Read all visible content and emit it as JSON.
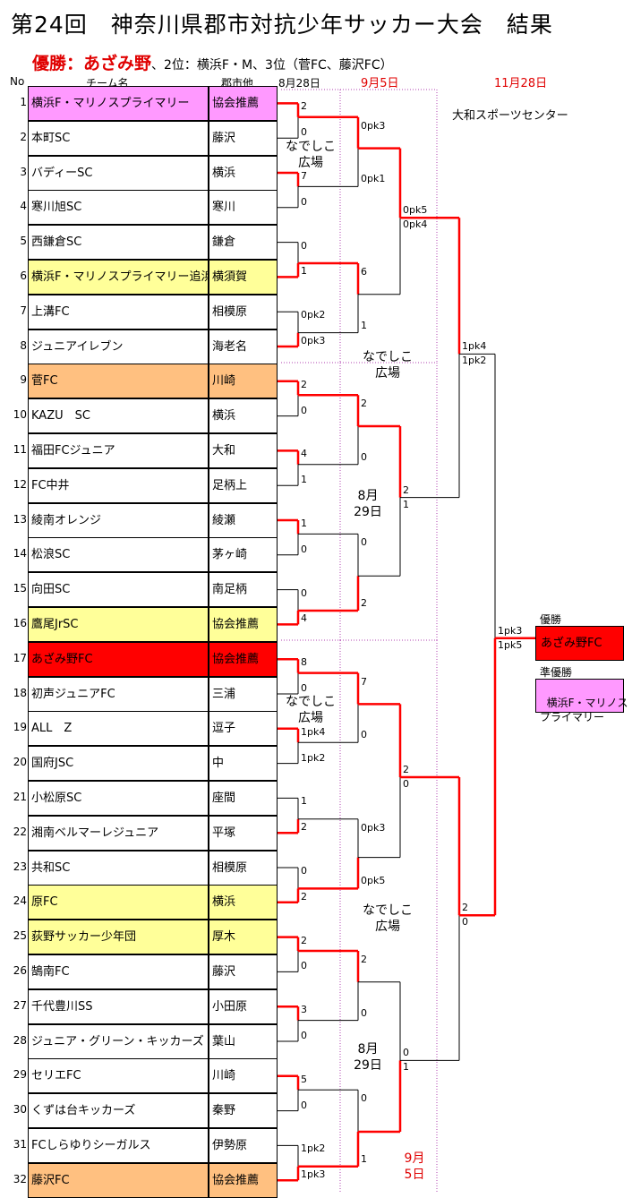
{
  "title": "第24回　神奈川県郡市対抗少年サッカー大会　結果",
  "result": {
    "winner_label": "優勝：あざみ野",
    "rest": "、2位：横浜F・M、3位（菅FC、藤沢FC）"
  },
  "headers": {
    "no": "No",
    "team": "チーム名",
    "city": "郡市他",
    "r1_date": "8月28日",
    "r3_date": "9月5日",
    "final_date": "11月28日"
  },
  "colors": {
    "pink": "#ff99ff",
    "yellow": "#ffff99",
    "orange": "#ffc080",
    "red": "#ff0000",
    "accent": "#e00000",
    "winner_line": "#ff0000",
    "guide": "#b040b0"
  },
  "teams": [
    {
      "no": "1",
      "name": "横浜F・マリノスプライマリー",
      "city": "協会推薦",
      "bg": "pink"
    },
    {
      "no": "2",
      "name": "本町SC",
      "city": "藤沢",
      "bg": ""
    },
    {
      "no": "3",
      "name": "バディーSC",
      "city": "横浜",
      "bg": ""
    },
    {
      "no": "4",
      "name": "寒川旭SC",
      "city": "寒川",
      "bg": ""
    },
    {
      "no": "5",
      "name": "西鎌倉SC",
      "city": "鎌倉",
      "bg": ""
    },
    {
      "no": "6",
      "name": "横浜F・マリノスプライマリー追浜",
      "city": "横須賀",
      "bg": "yellow"
    },
    {
      "no": "7",
      "name": "上溝FC",
      "city": "相模原",
      "bg": ""
    },
    {
      "no": "8",
      "name": "ジュニアイレブン",
      "city": "海老名",
      "bg": ""
    },
    {
      "no": "9",
      "name": "菅FC",
      "city": "川崎",
      "bg": "orange"
    },
    {
      "no": "10",
      "name": "KAZU　SC",
      "city": "横浜",
      "bg": ""
    },
    {
      "no": "11",
      "name": "福田FCジュニア",
      "city": "大和",
      "bg": ""
    },
    {
      "no": "12",
      "name": "FC中井",
      "city": "足柄上",
      "bg": ""
    },
    {
      "no": "13",
      "name": "綾南オレンジ",
      "city": "綾瀬",
      "bg": ""
    },
    {
      "no": "14",
      "name": "松浪SC",
      "city": "茅ヶ崎",
      "bg": ""
    },
    {
      "no": "15",
      "name": "向田SC",
      "city": "南足柄",
      "bg": ""
    },
    {
      "no": "16",
      "name": "鷹尾JrSC",
      "city": "協会推薦",
      "bg": "yellow"
    },
    {
      "no": "17",
      "name": "あざみ野FC",
      "city": "協会推薦",
      "bg": "red"
    },
    {
      "no": "18",
      "name": "初声ジュニアFC",
      "city": "三浦",
      "bg": ""
    },
    {
      "no": "19",
      "name": "ALL　Z",
      "city": "逗子",
      "bg": ""
    },
    {
      "no": "20",
      "name": "国府JSC",
      "city": "中",
      "bg": ""
    },
    {
      "no": "21",
      "name": "小松原SC",
      "city": "座間",
      "bg": ""
    },
    {
      "no": "22",
      "name": "湘南ベルマーレジュニア",
      "city": "平塚",
      "bg": ""
    },
    {
      "no": "23",
      "name": "共和SC",
      "city": "相模原",
      "bg": ""
    },
    {
      "no": "24",
      "name": "原FC",
      "city": "横浜",
      "bg": "yellow"
    },
    {
      "no": "25",
      "name": "荻野サッカー少年団",
      "city": "厚木",
      "bg": "yellow"
    },
    {
      "no": "26",
      "name": "鵠南FC",
      "city": "藤沢",
      "bg": ""
    },
    {
      "no": "27",
      "name": "千代豊川SS",
      "city": "小田原",
      "bg": ""
    },
    {
      "no": "28",
      "name": "ジュニア・グリーン・キッカーズ",
      "city": "葉山",
      "bg": ""
    },
    {
      "no": "29",
      "name": "セリエFC",
      "city": "川崎",
      "bg": ""
    },
    {
      "no": "30",
      "name": "くずは台キッカーズ",
      "city": "秦野",
      "bg": ""
    },
    {
      "no": "31",
      "name": "FCしらゆりシーガルス",
      "city": "伊勢原",
      "bg": ""
    },
    {
      "no": "32",
      "name": "藤沢FC",
      "city": "協会推薦",
      "bg": "orange"
    }
  ],
  "scores": {
    "r1": [
      [
        "2",
        "0"
      ],
      [
        "7",
        "0"
      ],
      [
        "0",
        "1"
      ],
      [
        "0pk2",
        "0pk3"
      ],
      [
        "2",
        "0"
      ],
      [
        "4",
        "1"
      ],
      [
        "1",
        "0"
      ],
      [
        "0",
        "4"
      ],
      [
        "8",
        "0"
      ],
      [
        "1pk4",
        "1pk2"
      ],
      [
        "1",
        "2"
      ],
      [
        "0",
        "2"
      ],
      [
        "2",
        "0"
      ],
      [
        "3",
        "0"
      ],
      [
        "5",
        "0"
      ],
      [
        "1pk2",
        "1pk3"
      ]
    ],
    "r2": [
      [
        "0pk3",
        "0pk1"
      ],
      [
        "6",
        "1"
      ],
      [
        "2",
        "0"
      ],
      [
        "0",
        "2"
      ],
      [
        "7",
        "0"
      ],
      [
        "0pk3",
        "0pk5"
      ],
      [
        "2",
        "0"
      ],
      [
        "0",
        "1"
      ]
    ],
    "r3": [
      [
        "0pk5",
        "0pk4"
      ],
      [
        "2",
        "1"
      ],
      [
        "2",
        "0"
      ],
      [
        "0",
        "1"
      ]
    ],
    "sf": [
      [
        "1pk4",
        "1pk2"
      ],
      [
        "2",
        "0"
      ]
    ],
    "final": [
      "1pk3",
      "1pk5"
    ]
  },
  "venues": {
    "v1": "なでしこ\n広場",
    "v2": "なでしこ\n広場",
    "v3": "8月\n29日",
    "v4": "なでしこ\n広場",
    "v5": "なでしこ\n広場",
    "v6": "8月\n29日",
    "v7": "9月\n5日",
    "final_venue": "大和スポーツセンター"
  },
  "champion": {
    "label": "優勝",
    "name": "あざみ野FC",
    "runner_label": "準優勝",
    "runner_name": "横浜F・マリノス\nプライマリー"
  }
}
